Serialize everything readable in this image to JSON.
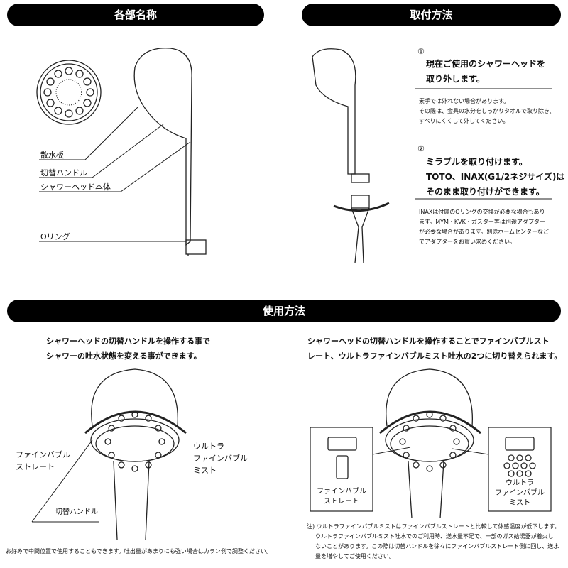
{
  "headers": {
    "parts": "各部名称",
    "install": "取付方法",
    "usage": "使用方法"
  },
  "parts": {
    "labels": [
      "散水板",
      "切替ハンドル",
      "シャワーヘッド本体",
      "Oリング"
    ]
  },
  "install": {
    "step1": {
      "num": "①",
      "lines": [
        "現在ご使用のシャワーヘッドを",
        "取り外します。"
      ],
      "note": [
        "素手では外れない場合があります。",
        "その際は、金具の水分をしっかりタオルで取り除き、",
        "すべりにくくして外してください。"
      ]
    },
    "step2": {
      "num": "②",
      "lines": [
        "ミラブルを取り付けます。",
        "TOTO、INAX(G1/2ネジサイズ)は",
        "そのまま取り付けができます。"
      ],
      "note": [
        "INAXは付属のOリングの交換が必要な場合もあり",
        "ます。MYM・KVK・ガスター等は別途アダプター",
        "が必要な場合があります。別途ホームセンターなど",
        "でアダプターをお買い求めください。"
      ]
    }
  },
  "usage": {
    "left": {
      "desc": [
        "シャワーヘッドの切替ハンドルを操作する事で",
        "シャワーの吐水状態を変える事ができます。"
      ],
      "label_left": [
        "ファインバブル",
        "ストレート"
      ],
      "label_right": [
        "ウルトラ",
        "ファインバブル",
        "ミスト"
      ],
      "handle": "切替ハンドル",
      "note": "お好みで中間位置で使用することもできます。吐出量があまりにも強い場合はカラン側で調整ください。"
    },
    "right": {
      "desc": [
        "シャワーヘッドの切替ハンドルを操作することでファインバブルスト",
        "レート、ウルトラファインバブルミスト吐水の2つに切り替えられます。"
      ],
      "box_left": [
        "ファインバブル",
        "ストレート"
      ],
      "box_right": [
        "ウルトラ",
        "ファインバブル",
        "ミスト"
      ],
      "note": [
        "注) ウルトラファインバブルミストはファインバブルストレートと比較して体感温度が低下します。",
        "ウルトラファインバブルミスト吐水でのご利用時、送水量不足で、一部のガス給湯器が着火し",
        "ないことがあります。この際は切替ハンドルを徐々にファインバブルストレート側に回し、送水",
        "量を増やしてご使用ください。"
      ]
    }
  }
}
